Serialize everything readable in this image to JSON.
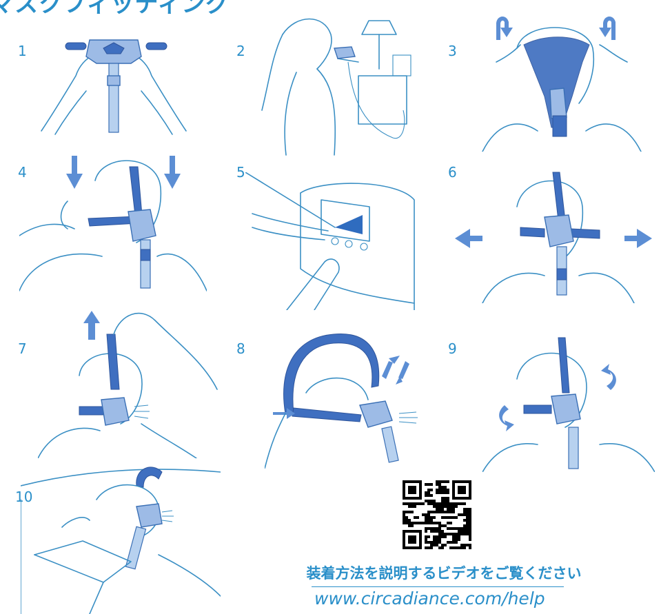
{
  "title": "マスクフィッティング",
  "steps": [
    {
      "num": "1",
      "icon": "hands-holding-mask-illustration"
    },
    {
      "num": "2",
      "icon": "woman-connecting-tube-illustration"
    },
    {
      "num": "3",
      "icon": "placing-headgear-illustration"
    },
    {
      "num": "4",
      "icon": "pulling-headgear-down-illustration"
    },
    {
      "num": "5",
      "icon": "pressing-device-button-illustration"
    },
    {
      "num": "6",
      "icon": "adjusting-lower-straps-illustration"
    },
    {
      "num": "7",
      "icon": "adjusting-top-strap-illustration"
    },
    {
      "num": "8",
      "icon": "adjusting-side-strap-illustration"
    },
    {
      "num": "9",
      "icon": "rotating-mask-illustration"
    },
    {
      "num": "10",
      "icon": "sleeping-with-mask-illustration"
    }
  ],
  "qr": {
    "icon": "qr-code"
  },
  "caption": "装着方法を説明するビデオをご覧ください",
  "url": "www.circadiance.com/help",
  "colors": {
    "accent": "#2a8fc9",
    "mask": "#9dbbe6",
    "strap": "#3f6fc0"
  }
}
